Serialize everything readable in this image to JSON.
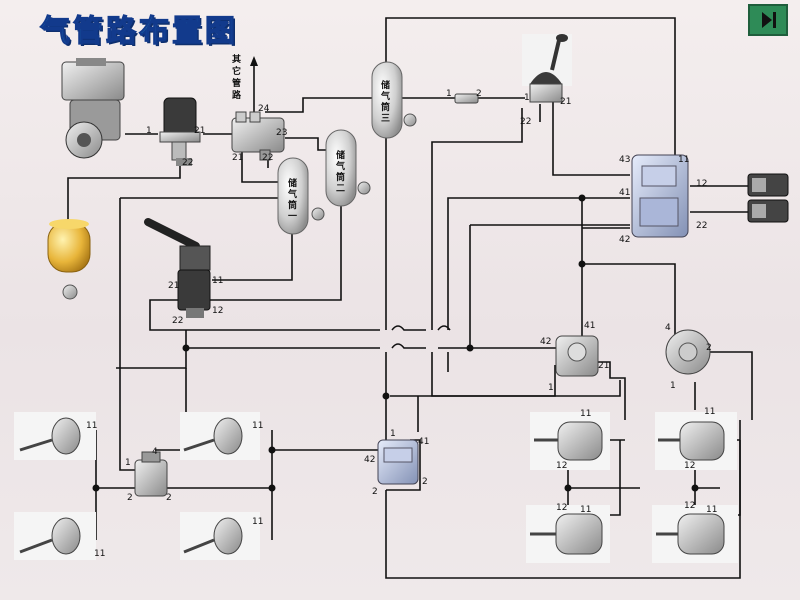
{
  "title": "气管路布置图",
  "other_pipelines": [
    "其",
    "它",
    "管",
    "路"
  ],
  "tanks": {
    "tank1": [
      "储",
      "气",
      "筒",
      "一"
    ],
    "tank2": [
      "储",
      "气",
      "筒",
      "二"
    ],
    "tank3": [
      "储",
      "气",
      "筒",
      "三"
    ]
  },
  "port_labels": {
    "compressor_out": "1",
    "dryer_in": "21",
    "dryer_out": "22",
    "fourcircuit_24": "24",
    "fourcircuit_23": "23",
    "fourcircuit_21": "21",
    "fourcircuit_22": "22",
    "coupler_1": "1",
    "coupler_2": "2",
    "handvalve_1": "1",
    "handvalve_21": "21",
    "handvalve_22": "22",
    "trailer_43": "43",
    "trailer_11": "11",
    "trailer_41": "41",
    "trailer_42": "42",
    "trailer_12": "12",
    "trailer_22": "22",
    "foot_21": "21",
    "foot_11": "11",
    "foot_12": "12",
    "foot_22": "22",
    "relay_front_1": "1",
    "relay_front_4": "4",
    "relay_front_2a": "2",
    "relay_front_2b": "2",
    "chamber_fl_top": "11",
    "chamber_fl_bot": "11",
    "chamber_fr_top": "11",
    "chamber_fr_bot": "11",
    "quick_1": "1",
    "quick_41": "41",
    "quick_42": "42",
    "quick_2a": "2",
    "quick_2b": "2",
    "relay_mid_42": "42",
    "relay_mid_41": "41",
    "relay_mid_1": "1",
    "relay_mid_21": "21",
    "relay_r_4": "4",
    "relay_r_2": "2",
    "relay_r_1": "1",
    "spring_rl1_11": "11",
    "spring_rl1_12": "12",
    "spring_rl2_12": "12",
    "spring_rl2_11": "11",
    "spring_rr1_11": "11",
    "spring_rr1_12": "12",
    "spring_rr2_12": "12",
    "spring_rr2_11": "11"
  },
  "colors": {
    "line": "#111111",
    "title_fill": "#27b2d8",
    "title_stroke": "#123a8c",
    "play_button": "#2e8b57",
    "tank": "#cfcfcf",
    "water_tank": "#e8b53a"
  }
}
